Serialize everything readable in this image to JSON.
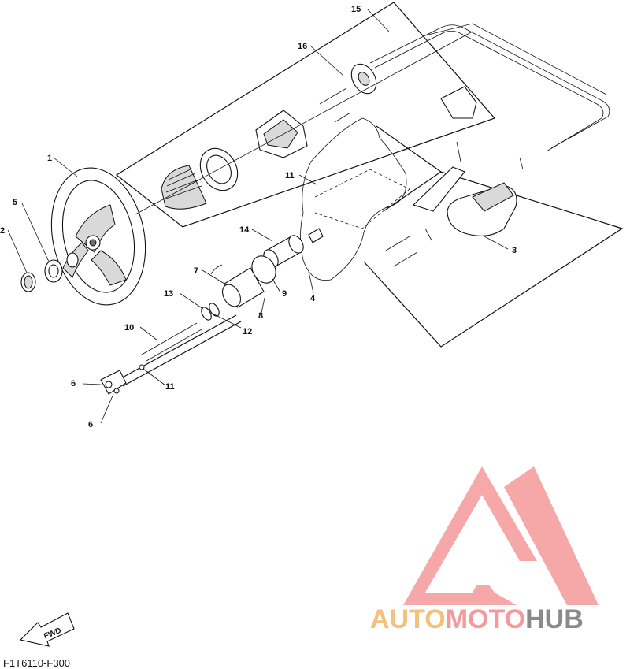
{
  "drawing_code": "F1T6110-F300",
  "fwd_label": "FWD",
  "watermark": {
    "parts": [
      {
        "text": "AUTO",
        "color": "#f5c07a"
      },
      {
        "text": "MOTO",
        "color": "#f59a9a"
      },
      {
        "text": "HUB",
        "color": "#8a8a8a"
      }
    ],
    "logo_color": "#f59a9a"
  },
  "callouts": {
    "c1": "1",
    "c2": "2",
    "c3": "3",
    "c4": "4",
    "c5": "5",
    "c6a": "6",
    "c6b": "6",
    "c7": "7",
    "c8": "8",
    "c9": "9",
    "c10": "10",
    "c11a": "11",
    "c11b": "11",
    "c12": "12",
    "c13": "13",
    "c14": "14",
    "c15": "15",
    "c16": "16"
  }
}
